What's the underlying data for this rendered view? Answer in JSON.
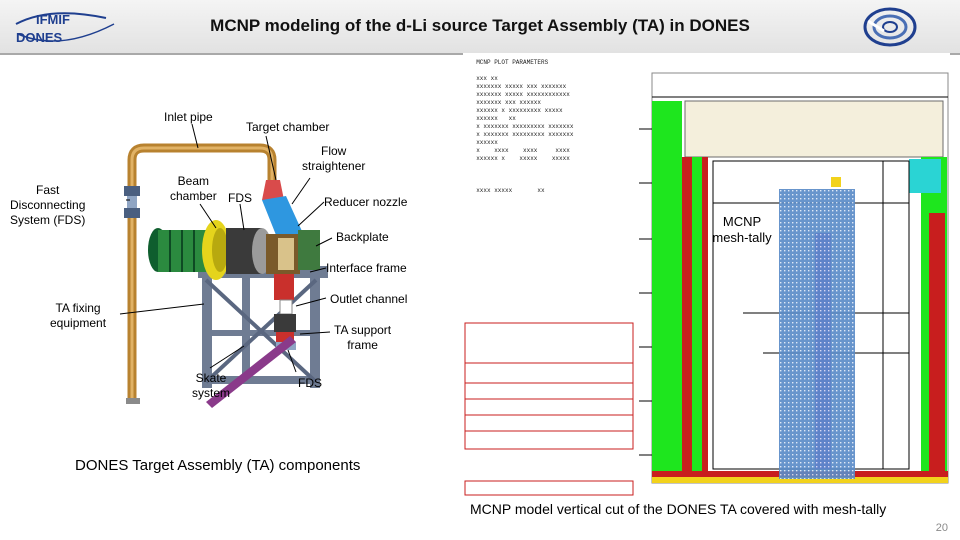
{
  "header": {
    "title": "MCNP modeling of the d-Li source Target Assembly (TA) in DONES",
    "logo_left": {
      "line1": "IFMIF",
      "line2": "DONES"
    }
  },
  "left_figure": {
    "callouts": {
      "inlet_pipe": "Inlet pipe",
      "target_chamber": "Target chamber",
      "flow_straightener_1": "Flow",
      "flow_straightener_2": "straightener",
      "fast_disconnect_1": "Fast",
      "fast_disconnect_2": "Disconnecting",
      "fast_disconnect_3": "System (FDS)",
      "beam_chamber_1": "Beam",
      "beam_chamber_2": "chamber",
      "fds_top": "FDS",
      "reducer_nozzle": "Reducer nozzle",
      "backplate": "Backplate",
      "interface_frame": "Interface frame",
      "outlet_channel": "Outlet channel",
      "ta_fixing_1": "TA fixing",
      "ta_fixing_2": "equipment",
      "ta_support_1": "TA support",
      "ta_support_2": "frame",
      "skate_1": "Skate",
      "skate_2": "system",
      "fds_bottom": "FDS"
    },
    "caption": "DONES Target Assembly (TA) components"
  },
  "right_figure": {
    "mesh_label_1": "MCNP",
    "mesh_label_2": "mesh-tally",
    "caption": "MCNP model vertical cut of the DONES TA covered with mesh-tally"
  },
  "page_number": "20",
  "colors": {
    "accent_blue": "#1f3f8f",
    "header_bg": "#e6e6e6",
    "green": "#1ee61e",
    "red": "#c81e1e",
    "mesh_blue": "#5b8cc8"
  }
}
